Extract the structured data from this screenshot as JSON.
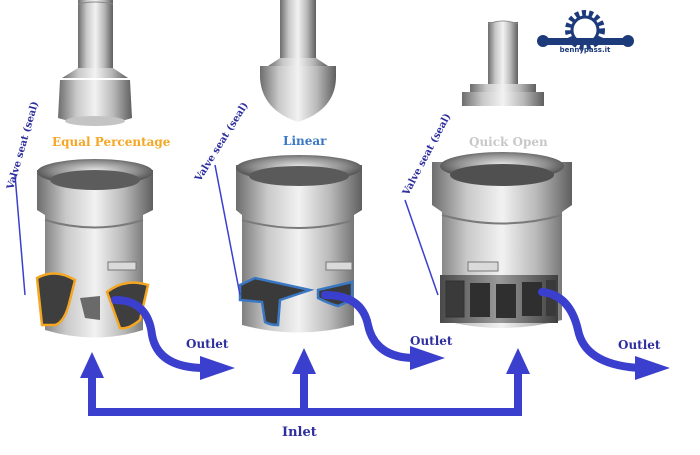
{
  "logo": {
    "text": "bennypass.it"
  },
  "labels": {
    "valve_seat": "Valve seat (seal)",
    "equal_percentage": "Equal Percentage",
    "linear": "Linear",
    "quick_open": "Quick Open",
    "outlet": "Outlet",
    "inlet": "Inlet"
  },
  "colors": {
    "equal_percentage": "#f5a623",
    "linear": "#3a78c4",
    "quick_open": "#c8c8c8",
    "flow_arrow": "#3b3fce",
    "label_text": "#2e2f9e"
  }
}
